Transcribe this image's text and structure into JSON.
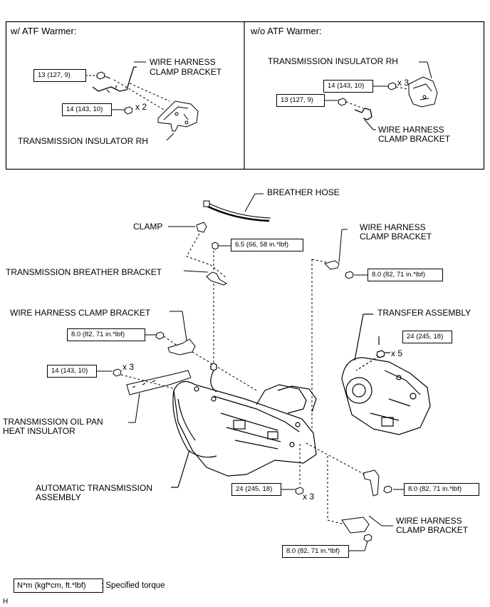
{
  "panels": {
    "with_warmer": {
      "title": "w/ ATF Warmer:",
      "harness_label": [
        "WIRE HARNESS",
        "CLAMP BRACKET"
      ],
      "insulator_label": "TRANSMISSION INSULATOR RH",
      "torque_bolt_small": "13 (127, 9)",
      "torque_insulator": "14 (143, 10)",
      "qty_insulator": "x 2"
    },
    "without_warmer": {
      "title": "w/o ATF Warmer:",
      "insulator_label": "TRANSMISSION INSULATOR RH",
      "harness_label": [
        "WIRE HARNESS",
        "CLAMP BRACKET"
      ],
      "torque_insulator": "14 (143, 10)",
      "qty_insulator": "x 3",
      "torque_bolt_small": "13 (127, 9)"
    }
  },
  "main": {
    "breather_hose": "BREATHER HOSE",
    "clamp": "CLAMP",
    "torque_breather": "6.5 (66, 58 in.*lbf)",
    "breather_bracket": "TRANSMISSION BREATHER BRACKET",
    "harness_right_label": [
      "WIRE HARNESS",
      "CLAMP BRACKET"
    ],
    "torque_harness_right": "8.0 (82, 71 in.*lbf)",
    "harness_left_label": "WIRE HARNESS CLAMP BRACKET",
    "torque_harness_left": "8.0 (82, 71 in.*lbf)",
    "transfer_label": "TRANSFER ASSEMBLY",
    "torque_transfer": "24 (245, 18)",
    "qty_transfer": "x 5",
    "torque_oil_pan": "14 (143, 10)",
    "qty_oil_pan": "x 3",
    "oil_pan_label": [
      "TRANSMISSION OIL PAN",
      "HEAT INSULATOR"
    ],
    "at_label": [
      "AUTOMATIC TRANSMISSION",
      "ASSEMBLY"
    ],
    "torque_bottom": "24 (245, 18)",
    "qty_bottom": "x 3",
    "torque_lower_right": "8.0 (82, 71 in.*lbf)",
    "lower_harness_label": [
      "WIRE HARNESS",
      "CLAMP BRACKET"
    ],
    "torque_lower_bottom": "8.0 (82, 71 in.*lbf)"
  },
  "legend": {
    "unit_box": "N*m (kgf*cm, ft.*lbf)",
    "description": ": Specified torque"
  },
  "corner_mark": "H"
}
